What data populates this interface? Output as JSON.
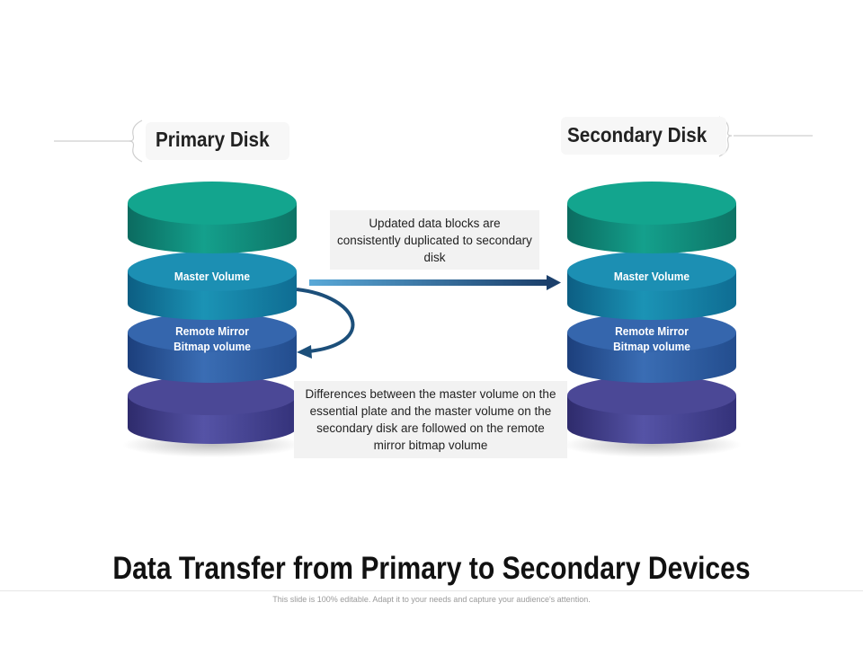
{
  "primary_disk": {
    "title": "Primary Disk",
    "layers": [
      "",
      "Master Volume",
      "Remote Mirror\nBitmap volume",
      ""
    ]
  },
  "secondary_disk": {
    "title": "Secondary Disk",
    "layers": [
      "",
      "Master Volume",
      "Remote Mirror\nBitmap volume",
      ""
    ]
  },
  "callouts": {
    "replication": "Updated data blocks are consistently duplicated to secondary disk",
    "differences": "Differences between the master volume on the essential plate and the master volume on the secondary disk are followed on the remote mirror bitmap volume"
  },
  "title": "Data Transfer from Primary to Secondary Devices",
  "footer": "This slide is 100% editable. Adapt it to your needs and capture your audience's attention.",
  "colors": {
    "layer_top": "#16a085",
    "layer_master": "#1a8fae",
    "layer_mirror": "#2e63a8",
    "layer_bottom": "#4a4a9c",
    "arrow": "#1c4f7a"
  }
}
